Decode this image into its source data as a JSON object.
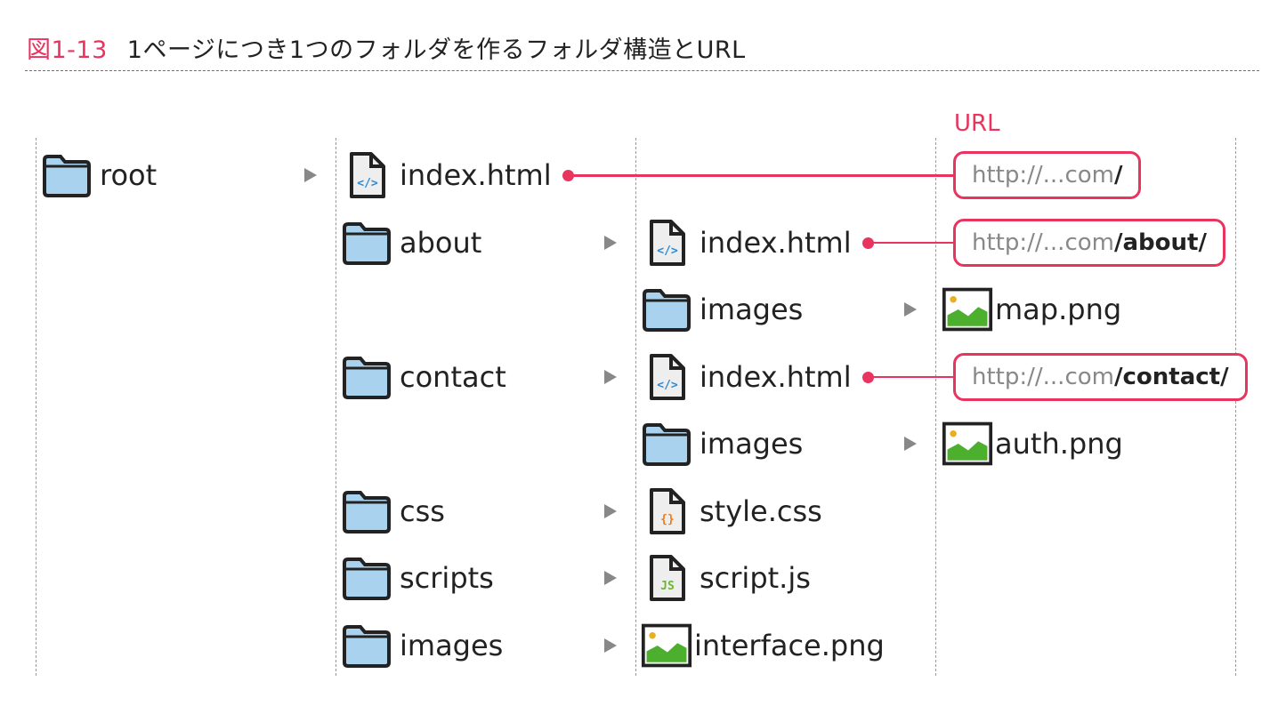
{
  "title": {
    "number": "図1-13",
    "text": "1ページにつき1つのフォルダを作るフォルダ構造とURL"
  },
  "url_header": "URL",
  "colors": {
    "accent": "#e8345f",
    "folder": "#a9d2ef",
    "html_code": "#2a8ad8",
    "css_code": "#f07a1a",
    "js_code": "#6ab82a",
    "image_green": "#4caf2e"
  },
  "tree": [
    {
      "col": 0,
      "row": 0,
      "type": "folder",
      "label": "root",
      "arrow": true
    },
    {
      "col": 1,
      "row": 0,
      "type": "html",
      "label": "index.html",
      "url": 0
    },
    {
      "col": 1,
      "row": 1,
      "type": "folder",
      "label": "about",
      "arrow": true
    },
    {
      "col": 2,
      "row": 1,
      "type": "html",
      "label": "index.html",
      "url": 1
    },
    {
      "col": 2,
      "row": 2,
      "type": "folder",
      "label": "images",
      "arrow": true
    },
    {
      "col": 3,
      "row": 2,
      "type": "image",
      "label": "map.png"
    },
    {
      "col": 1,
      "row": 3,
      "type": "folder",
      "label": "contact",
      "arrow": true
    },
    {
      "col": 2,
      "row": 3,
      "type": "html",
      "label": "index.html",
      "url": 2
    },
    {
      "col": 2,
      "row": 4,
      "type": "folder",
      "label": "images",
      "arrow": true
    },
    {
      "col": 3,
      "row": 4,
      "type": "image",
      "label": "auth.png"
    },
    {
      "col": 1,
      "row": 5,
      "type": "folder",
      "label": "css",
      "arrow": true
    },
    {
      "col": 2,
      "row": 5,
      "type": "css",
      "label": "style.css"
    },
    {
      "col": 1,
      "row": 6,
      "type": "folder",
      "label": "scripts",
      "arrow": true
    },
    {
      "col": 2,
      "row": 6,
      "type": "js",
      "label": "script.js"
    },
    {
      "col": 1,
      "row": 7,
      "type": "folder",
      "label": "images",
      "arrow": true
    },
    {
      "col": 2,
      "row": 7,
      "type": "image",
      "label": "interface.png"
    }
  ],
  "urls": [
    {
      "base": "http://...com",
      "path": "/",
      "row": 0
    },
    {
      "base": "http://...com",
      "path": "/about/",
      "row": 1
    },
    {
      "base": "http://...com",
      "path": "/contact/",
      "row": 3
    }
  ]
}
